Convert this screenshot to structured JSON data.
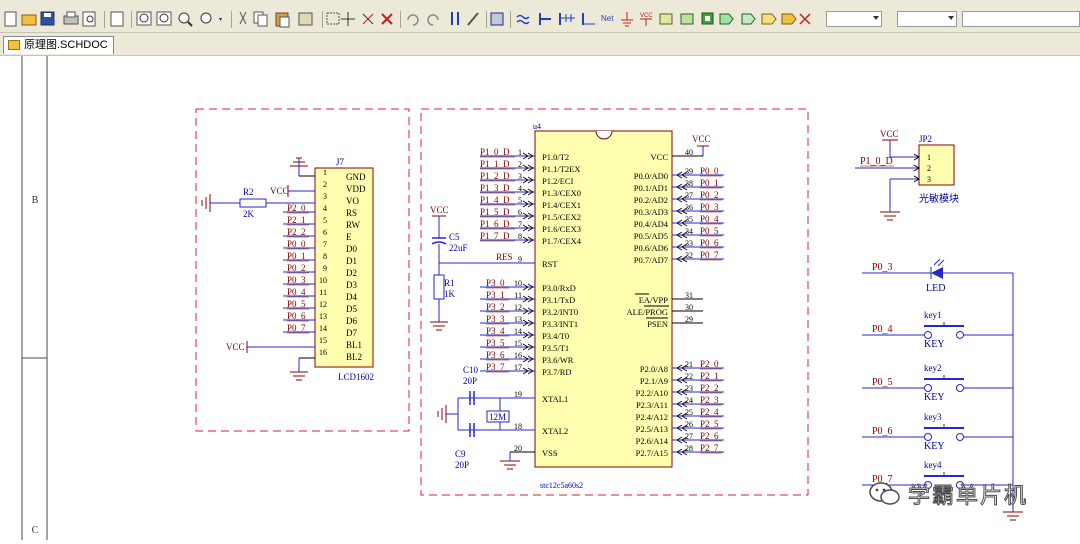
{
  "tab": {
    "label": "原理图.SCHDOC"
  },
  "border": {
    "row_b": "B",
    "row_c": "C"
  },
  "toolbar": {
    "icons": [
      "new-icon",
      "open-icon",
      "save-icon",
      "print-icon",
      "print-preview-icon",
      "report-icon",
      "zoom-area-icon",
      "zoom-fit-icon",
      "zoom-icon",
      "zoom-dropdown-icon",
      "cut-icon",
      "copy-icon",
      "paste-icon",
      "rubber-stamp-icon",
      "select-area-icon",
      "move-icon",
      "deselect-icon",
      "clear-filter-icon",
      "undo-icon",
      "redo-icon",
      "hierarchy-icon",
      "probe-icon",
      "library-icon",
      "wire-icon",
      "bus-icon",
      "bus-entry-icon",
      "net-label-icon",
      "netlabel-text-icon",
      "ground-power-icon",
      "vcc-power-icon",
      "part-icon",
      "sheet-symbol-icon",
      "sheet-entry-icon",
      "port-icon",
      "directive-icon",
      "no-erc-icon",
      "cross-icon"
    ],
    "vcc_label": "VCC",
    "netlabel_label": "Net"
  },
  "colors": {
    "wire": "#2727c8",
    "part_fill": "#ffffb0",
    "part_border": "#8b0000",
    "text": "#0000a0",
    "label": "#800000",
    "pin": "#000000",
    "box": "#d9262a",
    "power": "#8b0000"
  },
  "lcd": {
    "designator": "J7",
    "comment": "LCD1602",
    "pins": [
      {
        "num": "1",
        "name": "GND",
        "net": ""
      },
      {
        "num": "2",
        "name": "VDD",
        "net": ""
      },
      {
        "num": "3",
        "name": "VO",
        "net": ""
      },
      {
        "num": "4",
        "name": "RS",
        "net": "P2_0"
      },
      {
        "num": "5",
        "name": "RW",
        "net": "P2_1"
      },
      {
        "num": "6",
        "name": "E",
        "net": "P2_2"
      },
      {
        "num": "7",
        "name": "D0",
        "net": "P0_0"
      },
      {
        "num": "8",
        "name": "D1",
        "net": "P0_1"
      },
      {
        "num": "9",
        "name": "D2",
        "net": "P0_2"
      },
      {
        "num": "10",
        "name": "D3",
        "net": "P0_3"
      },
      {
        "num": "11",
        "name": "D4",
        "net": "P0_4"
      },
      {
        "num": "12",
        "name": "D5",
        "net": "P0_5"
      },
      {
        "num": "13",
        "name": "D6",
        "net": "P0_6"
      },
      {
        "num": "14",
        "name": "D7",
        "net": "P0_7"
      },
      {
        "num": "15",
        "name": "BL1",
        "net": ""
      },
      {
        "num": "16",
        "name": "BL2",
        "net": ""
      }
    ],
    "vdd_label": "VCC",
    "bl_label": "VCC",
    "r2": {
      "designator": "R2",
      "value": "2K"
    }
  },
  "mcu": {
    "designator": "u4",
    "comment": "stc12c5a60s2",
    "left_pins": [
      {
        "num": "1",
        "name": "P1.0/T2",
        "net": "P1_0_D"
      },
      {
        "num": "2",
        "name": "P1.1/T2EX",
        "net": "P1_1_D"
      },
      {
        "num": "3",
        "name": "P1.2/ECI",
        "net": "P1_2_D"
      },
      {
        "num": "4",
        "name": "P1.3/CEX0",
        "net": "P1_3_D"
      },
      {
        "num": "5",
        "name": "P1.4/CEX1",
        "net": "P1_4_D"
      },
      {
        "num": "6",
        "name": "P1.5/CEX2",
        "net": "P1_5_D"
      },
      {
        "num": "7",
        "name": "P1.6/CEX3",
        "net": "P1_6_D"
      },
      {
        "num": "8",
        "name": "P1.7/CEX4",
        "net": "P1_7_D"
      },
      {
        "num": "9",
        "name": "RST",
        "net": "RES"
      },
      {
        "num": "10",
        "name": "P3.0/RxD",
        "net": "P3_0"
      },
      {
        "num": "11",
        "name": "P3.1/TxD",
        "net": "P3_1"
      },
      {
        "num": "12",
        "name": "P3.2/INT0",
        "net": "P3_2"
      },
      {
        "num": "13",
        "name": "P3.3/INT1",
        "net": "P3_3"
      },
      {
        "num": "14",
        "name": "P3.4/T0",
        "net": "P3_4"
      },
      {
        "num": "15",
        "name": "P3.5/T1",
        "net": "P3_5"
      },
      {
        "num": "16",
        "name": "P3.6/WR",
        "net": "P3_6"
      },
      {
        "num": "17",
        "name": "P3.7/RD",
        "net": "P3_7"
      },
      {
        "num": "19",
        "name": "XTAL1",
        "net": ""
      },
      {
        "num": "18",
        "name": "XTAL2",
        "net": ""
      },
      {
        "num": "20",
        "name": "VSS",
        "net": ""
      }
    ],
    "right_pins": [
      {
        "num": "40",
        "name": "VCC",
        "net": ""
      },
      {
        "num": "39",
        "name": "P0.0/AD0",
        "net": "P0_0"
      },
      {
        "num": "38",
        "name": "P0.1/AD1",
        "net": "P0_1"
      },
      {
        "num": "37",
        "name": "P0.2/AD2",
        "net": "P0_2"
      },
      {
        "num": "36",
        "name": "P0.3/AD3",
        "net": "P0_3"
      },
      {
        "num": "35",
        "name": "P0.4/AD4",
        "net": "P0_4"
      },
      {
        "num": "34",
        "name": "P0.5/AD5",
        "net": "P0_5"
      },
      {
        "num": "33",
        "name": "P0.6/AD6",
        "net": "P0_6"
      },
      {
        "num": "32",
        "name": "P0.7/AD7",
        "net": "P0_7"
      },
      {
        "num": "31",
        "name": "EA/VPP",
        "net": ""
      },
      {
        "num": "30",
        "name": "ALE/PROG",
        "net": ""
      },
      {
        "num": "29",
        "name": "PSEN",
        "net": ""
      },
      {
        "num": "21",
        "name": "P2.0/A8",
        "net": "P2_0"
      },
      {
        "num": "22",
        "name": "P2.1/A9",
        "net": "P2_1"
      },
      {
        "num": "23",
        "name": "P2.2/A10",
        "net": "P2_2"
      },
      {
        "num": "24",
        "name": "P2.3/A11",
        "net": "P2_3"
      },
      {
        "num": "25",
        "name": "P2.4/A12",
        "net": "P2_4"
      },
      {
        "num": "26",
        "name": "P2.5/A13",
        "net": "P2_5"
      },
      {
        "num": "27",
        "name": "P2.6/A14",
        "net": "P2_6"
      },
      {
        "num": "28",
        "name": "P2.7/A15",
        "net": "P2_7"
      }
    ],
    "vcc_label": "VCC",
    "c5": {
      "designator": "C5",
      "value": "22uF"
    },
    "r1": {
      "designator": "R1",
      "value": "1K"
    },
    "reset_vcc": "VCC",
    "c10": {
      "designator": "C10",
      "value": "20P"
    },
    "c9": {
      "designator": "C9",
      "value": "20P"
    },
    "crystal": "12M"
  },
  "jp2": {
    "designator": "JP2",
    "comment": "光敏模块",
    "pins": [
      "1",
      "2",
      "3"
    ],
    "vcc_label": "VCC",
    "net": "P1_0_D"
  },
  "led": {
    "net": "P0_3",
    "label": "LED"
  },
  "keys": [
    {
      "designator": "key1",
      "comment": "KEY",
      "net": "P0_4"
    },
    {
      "designator": "key2",
      "comment": "KEY",
      "net": "P0_5"
    },
    {
      "designator": "key3",
      "comment": "KEY",
      "net": "P0_6"
    },
    {
      "designator": "key4",
      "comment": "",
      "net": "P0_7"
    }
  ],
  "watermark": {
    "text": "学霸单片机"
  }
}
